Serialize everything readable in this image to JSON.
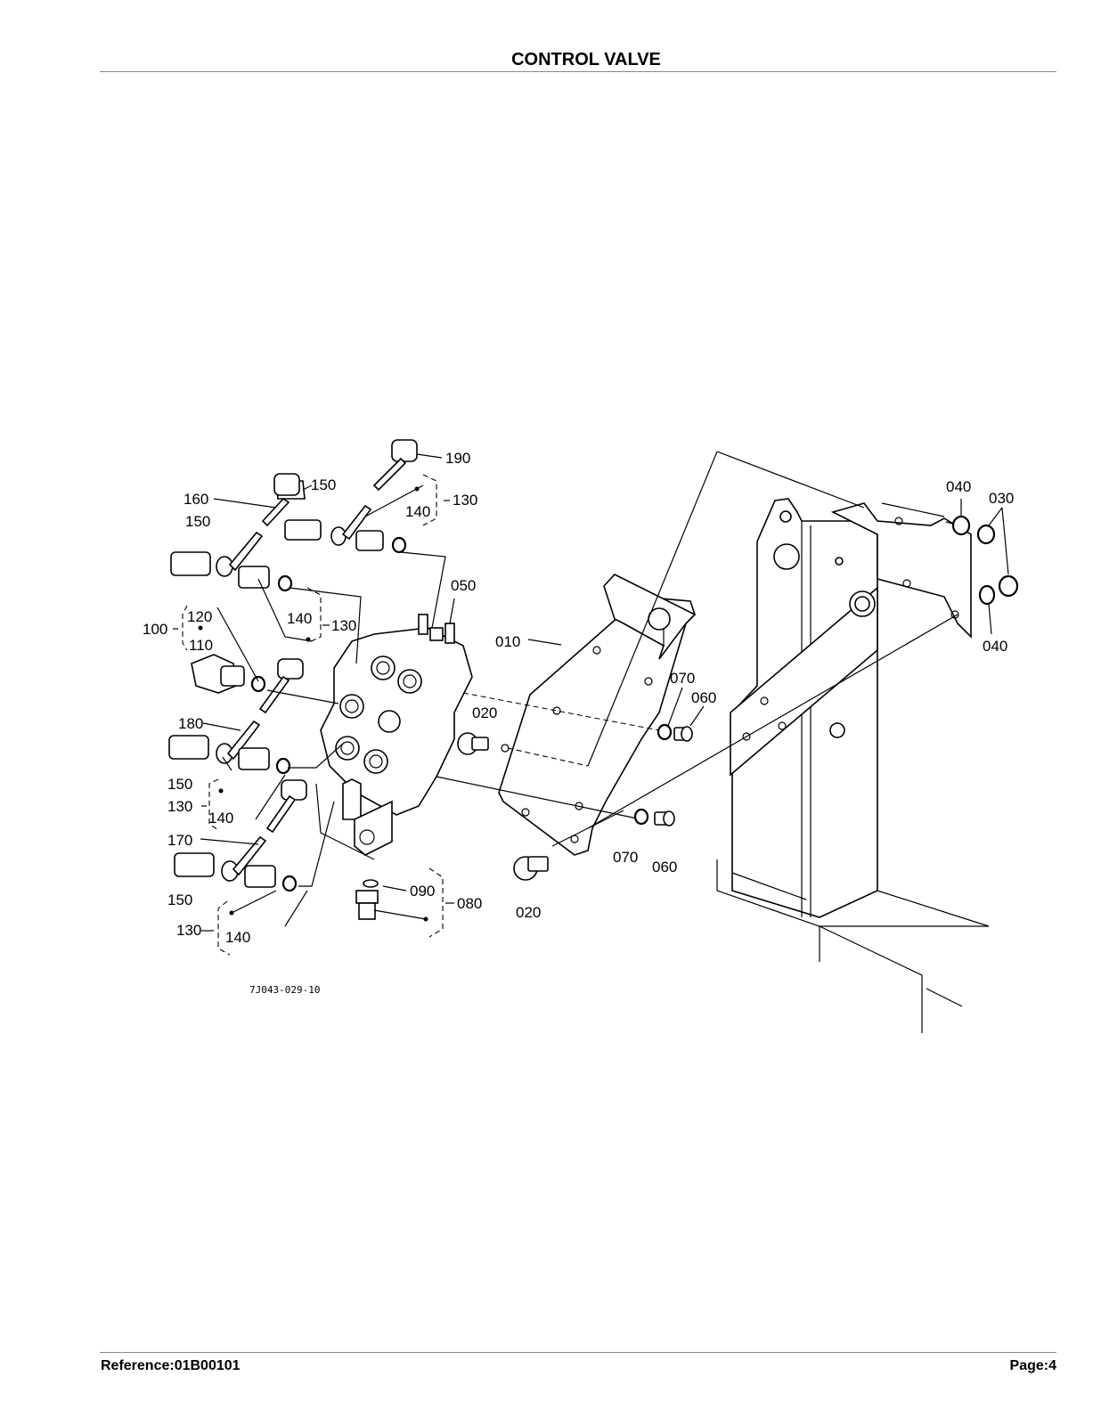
{
  "page": {
    "title": "CONTROL VALVE",
    "reference": "Reference:01B00101",
    "page_number": "Page:4"
  },
  "figure": {
    "code": "7J043-029-10",
    "callouts": {
      "c190": "190",
      "c150a": "150",
      "c160": "160",
      "c150b": "150",
      "c130a": "130",
      "c140a": "140",
      "c050": "050",
      "c140b": "140",
      "c130b": "130",
      "c100": "100",
      "c120": "120",
      "c110": "110",
      "c010": "010",
      "c070a": "070",
      "c060a": "060",
      "c020a": "020",
      "c180": "180",
      "c150c": "150",
      "c130c": "130",
      "c140c": "140",
      "c170": "170",
      "c150d": "150",
      "c130d": "130",
      "c140d": "140",
      "c090": "090",
      "c080": "080",
      "c020b": "020",
      "c070b": "070",
      "c060b": "060",
      "c040a": "040",
      "c030": "030",
      "c040b": "040"
    }
  }
}
